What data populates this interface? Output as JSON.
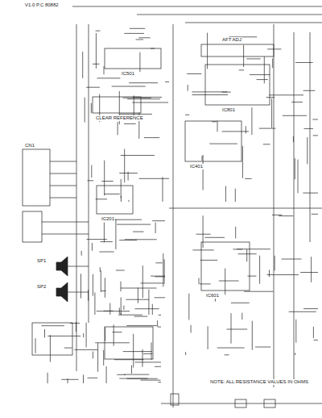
{
  "diagram": {
    "labels": [
      "V1.0 P.C 80882",
      "IC501",
      "CLEAR REFERENCE",
      "AFT ADJ",
      "IC801",
      "IC401",
      "CN1",
      "SP1",
      "SP2",
      "IC201",
      "IC601",
      "NOTE: ALL RESISTANCE VALUES IN OHMS"
    ]
  }
}
